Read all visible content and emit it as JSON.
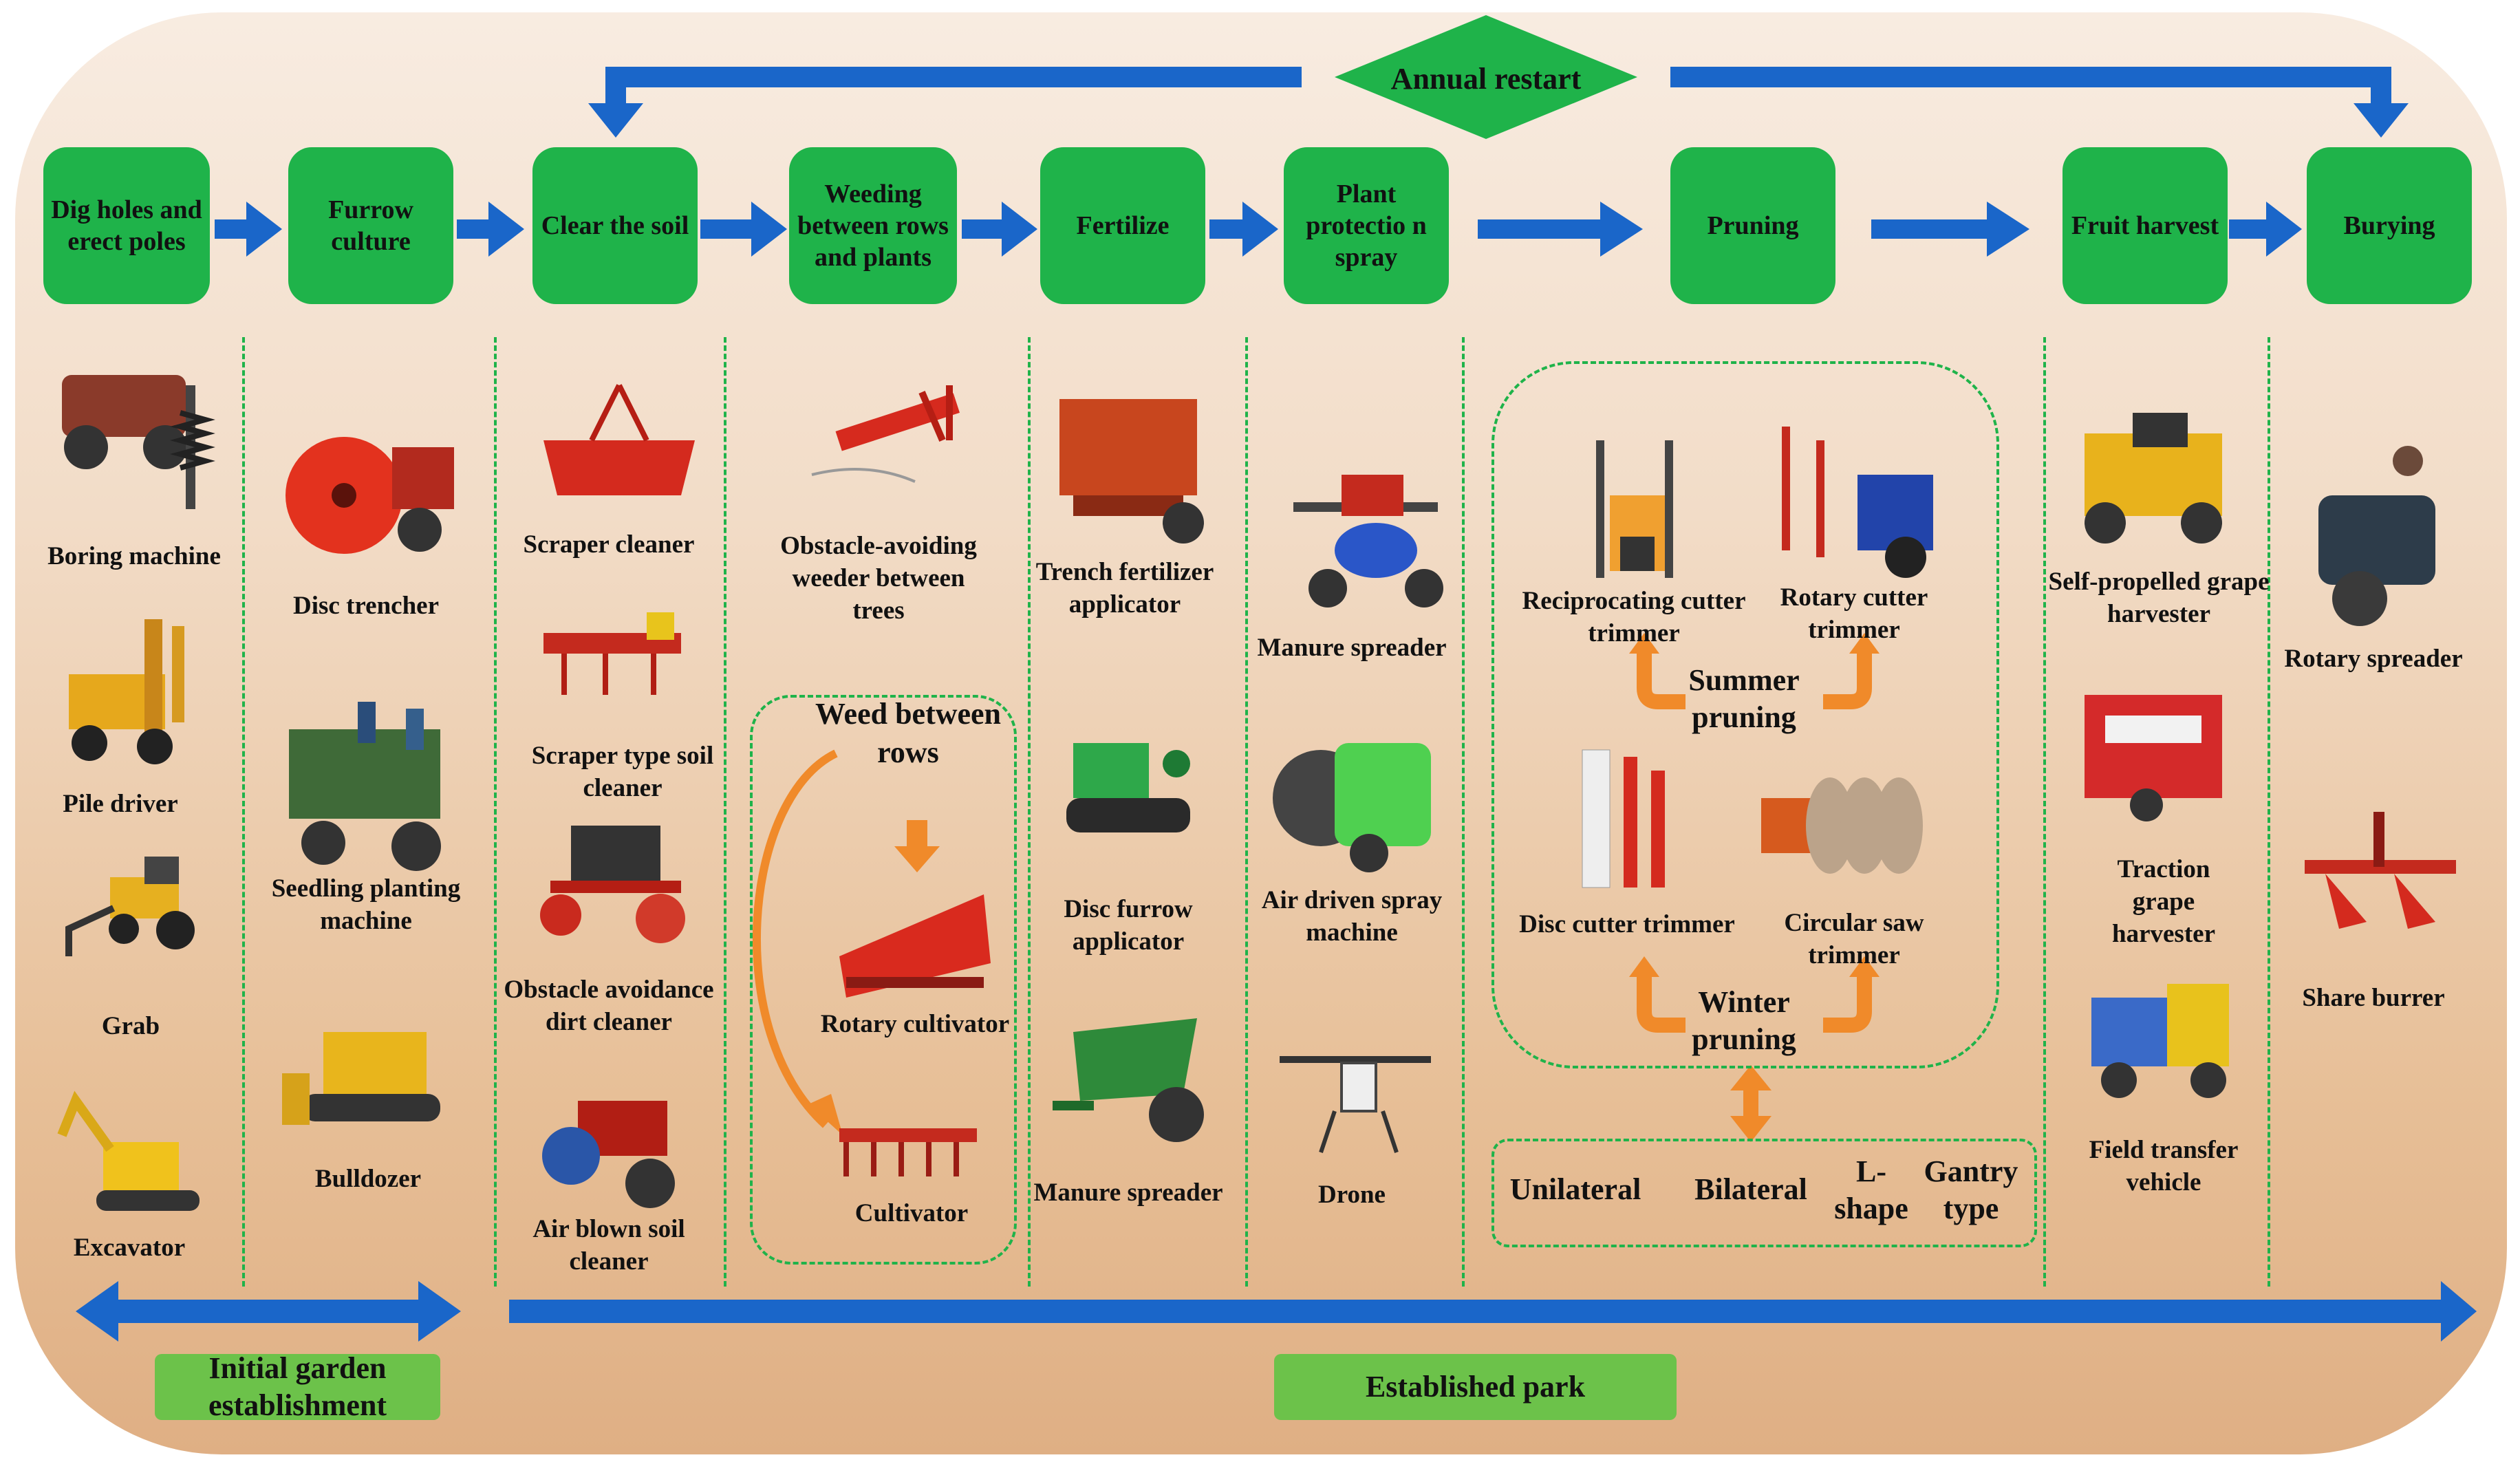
{
  "annual_restart": "Annual restart",
  "stages": [
    {
      "name": "Dig holes and erect poles"
    },
    {
      "name": "Furrow culture"
    },
    {
      "name": "Clear the soil"
    },
    {
      "name": "Weeding between rows and plants"
    },
    {
      "name": "Fertilize"
    },
    {
      "name": "Plant protectio n spray"
    },
    {
      "name": "Pruning"
    },
    {
      "name": "Fruit harvest"
    },
    {
      "name": "Burying"
    }
  ],
  "machines": {
    "dig": [
      "Boring machine",
      "Pile driver",
      "Grab",
      "Excavator"
    ],
    "furrow": [
      "Disc trencher",
      "Seedling planting machine",
      "Bulldozer"
    ],
    "clear": [
      "Scraper cleaner",
      "Scraper type soil cleaner",
      "Obstacle avoidance dirt cleaner",
      "Air blown soil cleaner"
    ],
    "weeding": [
      "Obstacle-avoiding weeder between trees",
      "Rotary cultivator",
      "Cultivator"
    ],
    "fertilize": [
      "Trench fertilizer applicator",
      "Disc furrow applicator",
      "Manure spreader"
    ],
    "spray": [
      "Manure spreader",
      "Air driven spray machine",
      "Drone"
    ],
    "pruning": [
      "Reciprocating cutter trimmer",
      "Rotary cutter trimmer",
      "Disc cutter trimmer",
      "Circular saw trimmer"
    ],
    "harvest": [
      "Self-propelled grape harvester",
      "Traction grape harvester",
      "Field transfer vehicle"
    ],
    "burying": [
      "Rotary spreader",
      "Share burrer"
    ]
  },
  "weed_between_rows": "Weed between rows",
  "summer_pruning": "Summer pruning",
  "winter_pruning": "Winter pruning",
  "pruning_types": [
    "Unilateral",
    "Bilateral",
    "L- shape",
    "Gantry type"
  ],
  "phases": {
    "initial": "Initial garden establishment",
    "established": "Established park"
  },
  "colors": {
    "stage_green": "#1fb34a",
    "arrow_blue": "#1a66c9",
    "orange": "#f08a2a",
    "phase_green": "#6cc24a"
  }
}
